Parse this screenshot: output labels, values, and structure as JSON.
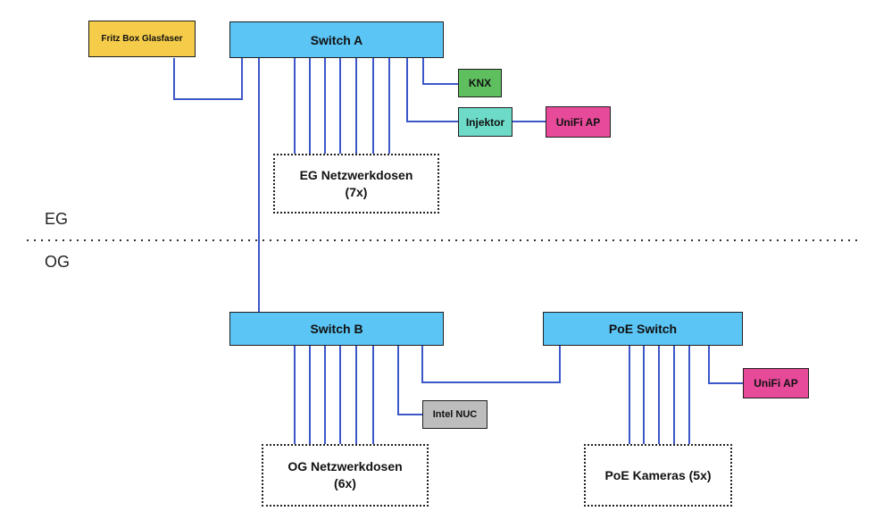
{
  "floors": {
    "upper_label": "EG",
    "lower_label": "OG"
  },
  "nodes": {
    "fritz_box": "Fritz Box Glasfaser",
    "switch_a": "Switch A",
    "knx": "KNX",
    "injektor": "Injektor",
    "unifi_ap_eg": "UniFi AP",
    "eg_dosen_line1": "EG Netzwerkdosen",
    "eg_dosen_line2": "(7x)",
    "switch_b": "Switch B",
    "poe_switch": "PoE Switch",
    "unifi_ap_og": "UniFi AP",
    "intel_nuc": "Intel NUC",
    "og_dosen_line1": "OG Netzwerkdosen",
    "og_dosen_line2": "(6x)",
    "poe_kameras": "PoE Kameras (5x)"
  },
  "colors": {
    "switch": "#5bc5f5",
    "fritz_box": "#f5cc4a",
    "knx": "#5fbf5f",
    "injektor": "#6ddbc8",
    "unifi_ap": "#e84a9a",
    "intel_nuc": "#bdbdbd",
    "connection": "#3b57c9"
  }
}
